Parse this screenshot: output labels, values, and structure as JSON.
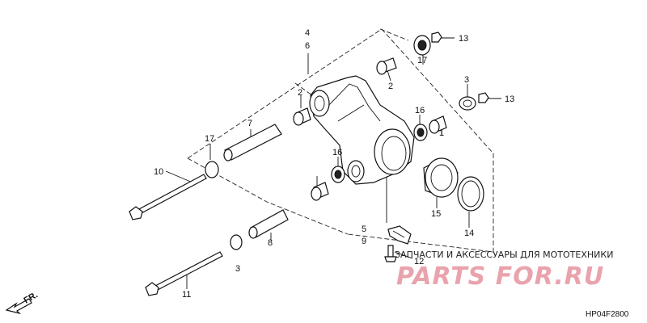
{
  "callouts": {
    "c1": "1",
    "c2a": "2",
    "c2b": "2",
    "c3a": "3",
    "c3b": "3",
    "c4": "4",
    "c5": "5",
    "c6": "6",
    "c7": "7",
    "c8": "8",
    "c9": "9",
    "c10": "10",
    "c11": "11",
    "c12": "12",
    "c13a": "13",
    "c13b": "13",
    "c14": "14",
    "c15": "15",
    "c16a": "16",
    "c16b": "16",
    "c17a": "17",
    "c17b": "17"
  },
  "direction_label": "FR.",
  "watermark": {
    "tagline": "ЗАПЧАСТИ И АКСЕССУАРЫ ДЛЯ МОТОТЕХНИКИ",
    "logo": "PARTS FOR.RU"
  },
  "diagram_code": "HP04F2800",
  "colors": {
    "line": "#111111",
    "watermark": "#e9a3ad"
  }
}
